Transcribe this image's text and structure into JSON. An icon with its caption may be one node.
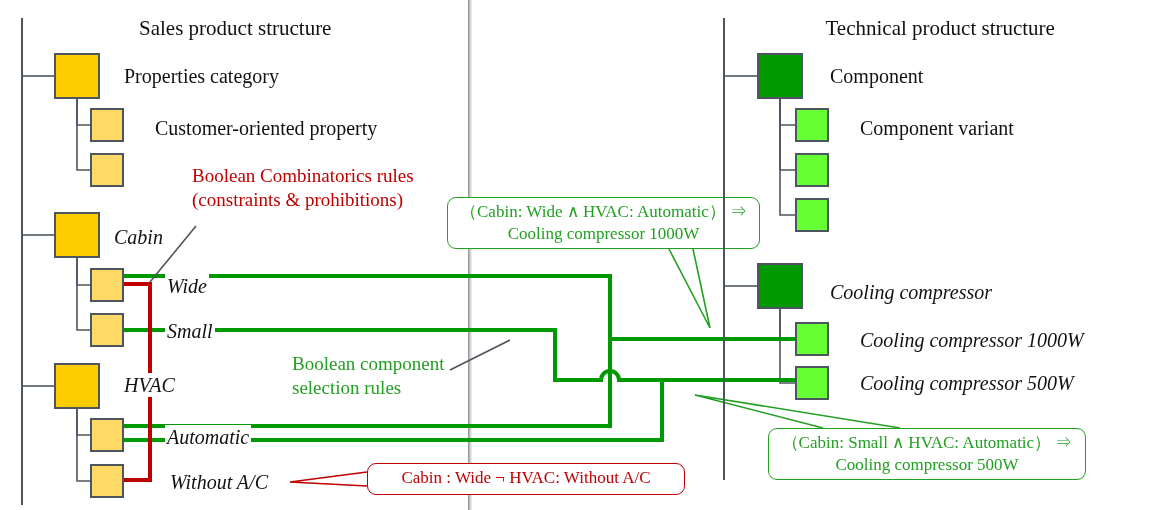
{
  "diagram": {
    "nodes": [
      {
        "text": [],
        "shape": "box",
        "beside": [
          "Properties category"
        ]
      },
      {
        "text": [],
        "shape": "box",
        "beside": [
          "Customer-oriented property"
        ]
      },
      {
        "text": [],
        "shape": "box"
      },
      {
        "text": [],
        "shape": "box",
        "beside": [
          "Cabin"
        ]
      },
      {
        "text": [],
        "shape": "box",
        "beside": [
          "Wide"
        ]
      },
      {
        "text": [],
        "shape": "box",
        "beside": [
          "Small"
        ]
      },
      {
        "text": [],
        "shape": "box",
        "beside": [
          "HVAC"
        ]
      },
      {
        "text": [],
        "shape": "box",
        "beside": [
          "Automatic"
        ]
      },
      {
        "text": [],
        "shape": "box",
        "beside": [
          "Without A/C"
        ]
      },
      {
        "text": [],
        "shape": "box",
        "beside": [
          "Component"
        ]
      },
      {
        "text": [],
        "shape": "box",
        "beside": [
          "Component variant"
        ]
      },
      {
        "text": [],
        "shape": "box"
      },
      {
        "text": [],
        "shape": "box"
      },
      {
        "text": [],
        "shape": "box",
        "beside": [
          "Cooling compressor"
        ]
      },
      {
        "text": [],
        "shape": "box",
        "beside": [
          "Cooling compressor 1000W"
        ]
      },
      {
        "text": [],
        "shape": "box",
        "beside": [
          "Cooling compressor 500W"
        ]
      },
      {
        "text": [
          "（Cabin:  Wide ∧ HVAC: Automatic） ⇒ Cooling compressor 1000W"
        ]
      },
      {
        "text": [
          "（Cabin: Small ∧ HVAC: Automatic） ⇒ Cooling compressor 500W"
        ]
      },
      {
        "text": [
          "Cabin : Wide ¬ HVAC: Without A/C"
        ]
      },
      {
        "text": [
          "Boolean Combinatorics rules (constraints & prohibitions)"
        ]
      },
      {
        "text": [
          "Boolean component selection rules"
        ]
      },
      {
        "text": [],
        "shape": "bar"
      },
      {
        "text": [],
        "shape": "bar"
      }
    ],
    "edges": [
      {
        "from": 0,
        "to": 1,
        "arrow": "none"
      },
      {
        "from": 0,
        "to": 2,
        "arrow": "none"
      },
      {
        "from": 3,
        "to": 4,
        "arrow": "none"
      },
      {
        "from": 3,
        "to": 5,
        "arrow": "none"
      },
      {
        "from": 6,
        "to": 7,
        "arrow": "none"
      },
      {
        "from": 6,
        "to": 8,
        "arrow": "none"
      },
      {
        "from": 9,
        "to": 10,
        "arrow": "none"
      },
      {
        "from": 9,
        "to": 11,
        "arrow": "none"
      },
      {
        "from": 9,
        "to": 12,
        "arrow": "none"
      },
      {
        "from": 13,
        "to": 14,
        "arrow": "none"
      },
      {
        "from": 13,
        "to": 15,
        "arrow": "none"
      },
      {
        "from": 4,
        "to": 14,
        "arrow": "none",
        "style": "thick",
        "color": "#009900"
      },
      {
        "from": 7,
        "to": 14,
        "arrow": "none",
        "style": "thick",
        "color": "#009900"
      },
      {
        "from": 5,
        "to": 15,
        "arrow": "none",
        "style": "thick",
        "color": "#009900"
      },
      {
        "from": 7,
        "to": 15,
        "arrow": "none",
        "style": "thick",
        "color": "#009900"
      },
      {
        "from": 4,
        "to": 8,
        "arrow": "none",
        "style": "thick",
        "color": "#c00000"
      },
      {
        "from": 16,
        "to": null,
        "arrow": "none",
        "color": "#22a022"
      },
      {
        "from": 17,
        "to": null,
        "arrow": "none",
        "color": "#22a022"
      },
      {
        "from": 18,
        "to": null,
        "arrow": "none",
        "color": "#c00000"
      },
      {
        "from": 19,
        "to": null,
        "arrow": "none"
      },
      {
        "from": 20,
        "to": null,
        "arrow": "none"
      },
      {
        "from": 21,
        "to": 0,
        "arrow": "none"
      },
      {
        "from": 21,
        "to": 3,
        "arrow": "none"
      },
      {
        "from": 21,
        "to": 6,
        "arrow": "none"
      },
      {
        "from": 22,
        "to": 9,
        "arrow": "none"
      },
      {
        "from": 22,
        "to": 13,
        "arrow": "none"
      }
    ],
    "labels": [
      "Sales product structure",
      "Technical product structure"
    ]
  }
}
